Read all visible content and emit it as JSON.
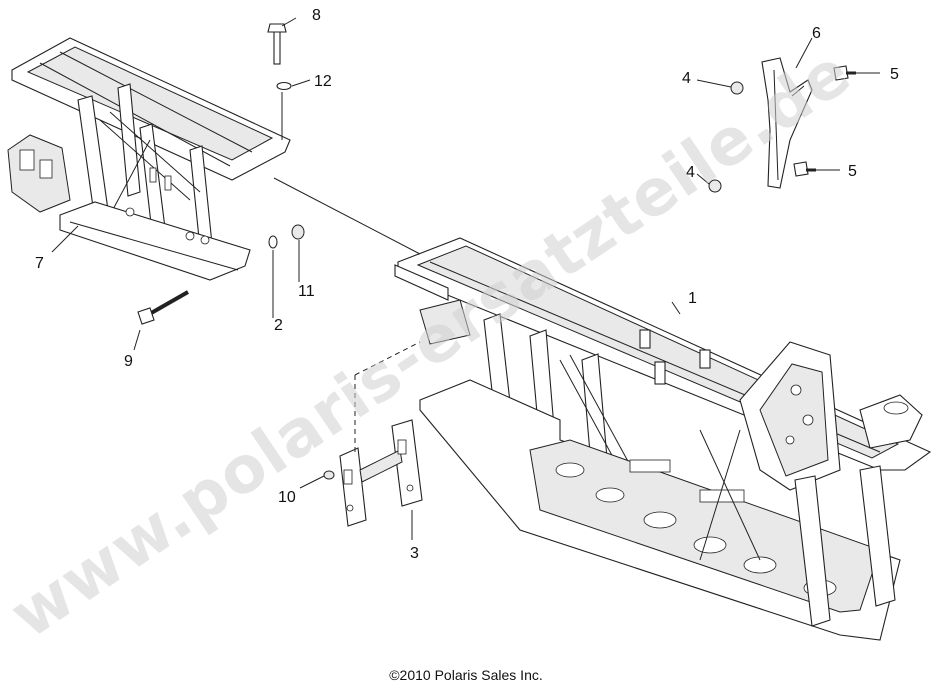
{
  "diagram": {
    "callouts": [
      {
        "id": "c1",
        "label": "1"
      },
      {
        "id": "c2",
        "label": "2"
      },
      {
        "id": "c3",
        "label": "3"
      },
      {
        "id": "c4a",
        "label": "4"
      },
      {
        "id": "c4b",
        "label": "4"
      },
      {
        "id": "c5a",
        "label": "5"
      },
      {
        "id": "c5b",
        "label": "5"
      },
      {
        "id": "c6",
        "label": "6"
      },
      {
        "id": "c7",
        "label": "7"
      },
      {
        "id": "c8",
        "label": "8"
      },
      {
        "id": "c9",
        "label": "9"
      },
      {
        "id": "c10",
        "label": "10"
      },
      {
        "id": "c11",
        "label": "11"
      },
      {
        "id": "c12",
        "label": "12"
      }
    ],
    "watermark": "www.polaris-ersatzteile.de",
    "copyright": "©2010 Polaris Sales Inc."
  }
}
